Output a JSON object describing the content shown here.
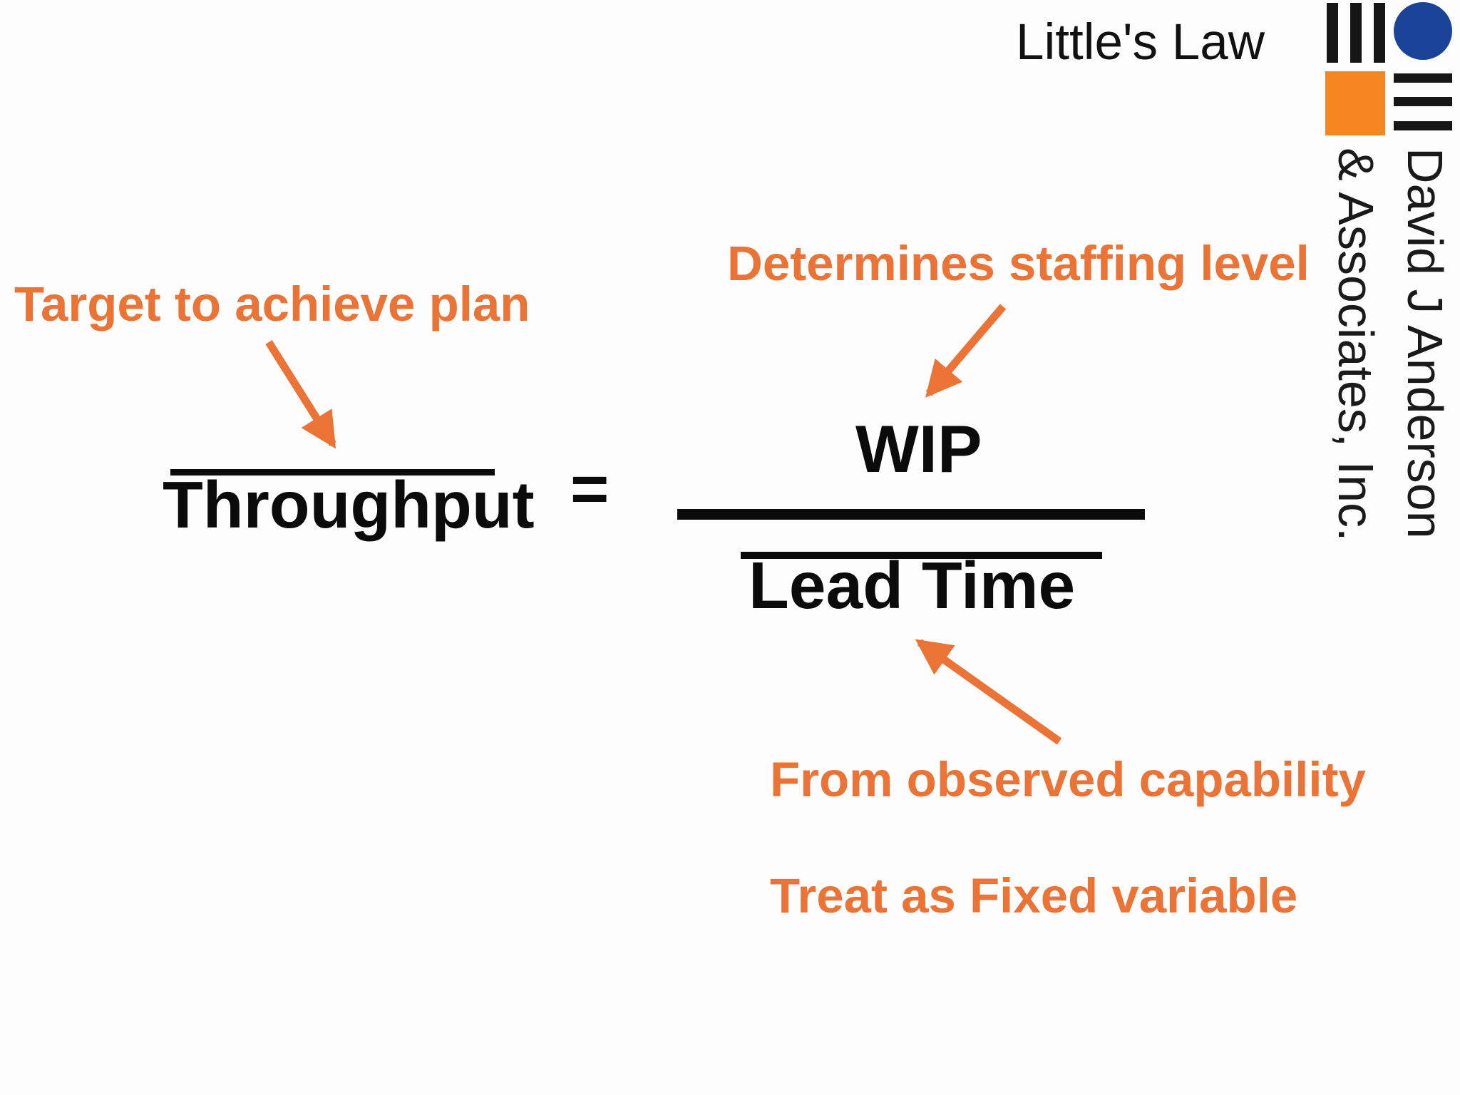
{
  "slide": {
    "title": "Little's Law",
    "logo": {
      "company_line1": "David J Anderson",
      "company_line2": "& Associates, Inc.",
      "mark_parts": [
        "three-vertical-bars",
        "blue-circle",
        "orange-square",
        "three-horizontal-bars"
      ]
    },
    "formula": {
      "lhs": "Throughput",
      "equals_sign": "=",
      "numerator": "WIP",
      "denominator": "Lead Time"
    },
    "annotations": {
      "target": "Target to achieve plan",
      "staffing": "Determines staffing level",
      "observed": "From observed capability",
      "fixed": "Treat as Fixed variable"
    },
    "colors": {
      "annotation_orange": "#EC7336",
      "logo_orange": "#F68621",
      "logo_blue": "#1B4397",
      "text_black": "#0b0b0b",
      "background": "#fdfdfd"
    }
  }
}
